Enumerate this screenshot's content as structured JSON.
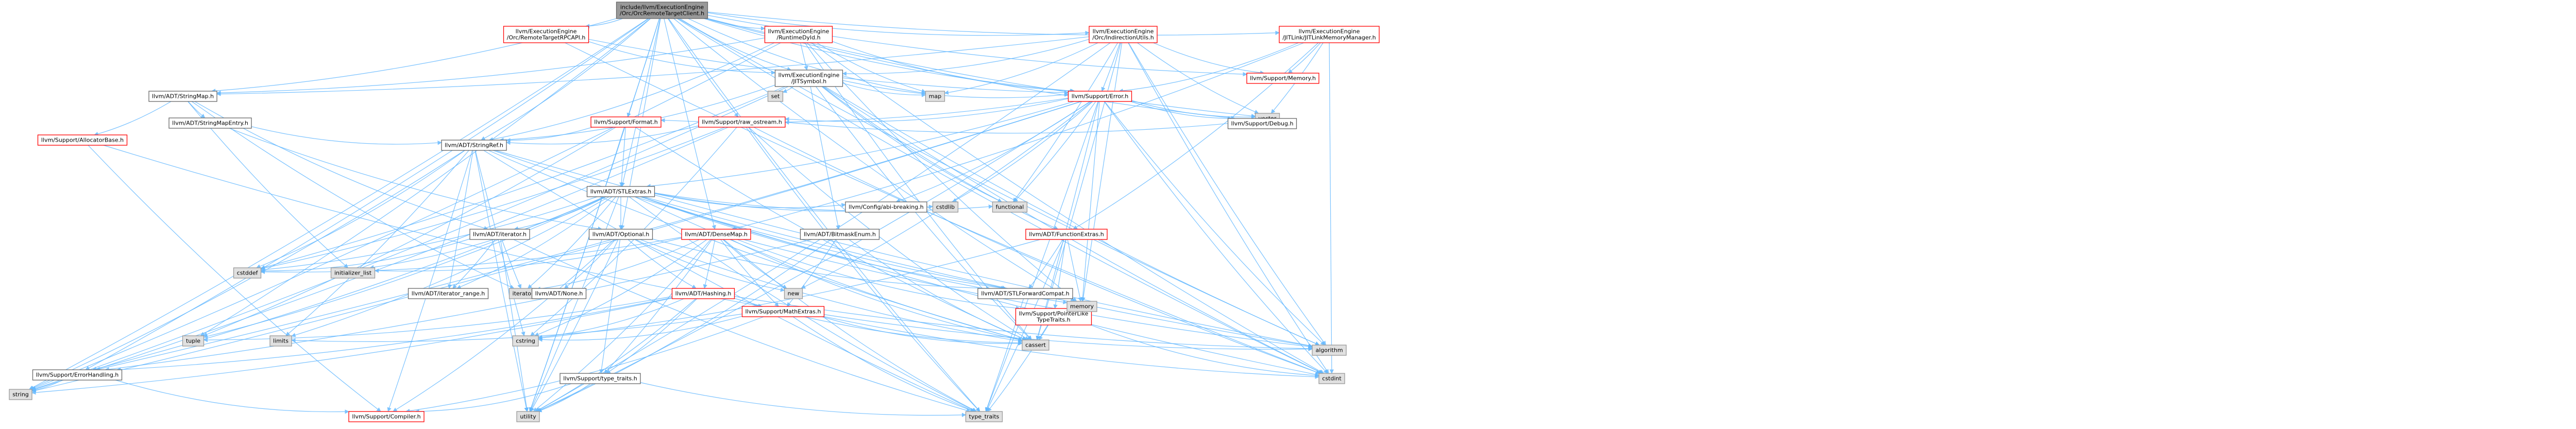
{
  "colors": {
    "edge": "#63B8FF",
    "root_fill": "#999999",
    "root_stroke": "#666666",
    "linked_fill": "#ffffff",
    "linked_stroke": "#ff0000",
    "plain_fill": "#ffffff",
    "plain_stroke": "#666666",
    "system_fill": "#e0e0e0",
    "system_stroke": "#999999"
  },
  "nodes": [
    {
      "id": "root",
      "lines": [
        "include/llvm/ExecutionEngine",
        "/Orc/OrcRemoteTargetClient.h"
      ],
      "kind": "root"
    },
    {
      "id": "rtapi",
      "lines": [
        "llvm/ExecutionEngine",
        "/Orc/RemoteTargetRPCAPI.h"
      ],
      "kind": "linked"
    },
    {
      "id": "rtdyld",
      "lines": [
        "llvm/ExecutionEngine",
        "/RuntimeDyld.h"
      ],
      "kind": "linked"
    },
    {
      "id": "indirect",
      "lines": [
        "llvm/ExecutionEngine",
        "/Orc/IndirectionUtils.h"
      ],
      "kind": "linked"
    },
    {
      "id": "jitlink",
      "lines": [
        "llvm/ExecutionEngine",
        "/JITLink/JITLinkMemoryManager.h"
      ],
      "kind": "linked"
    },
    {
      "id": "jitsym",
      "lines": [
        "llvm/ExecutionEngine",
        "/JITSymbol.h"
      ],
      "kind": "plain"
    },
    {
      "id": "memory",
      "lines": [
        "llvm/Support/Memory.h"
      ],
      "kind": "linked"
    },
    {
      "id": "stringmap",
      "lines": [
        "llvm/ADT/StringMap.h"
      ],
      "kind": "plain"
    },
    {
      "id": "set",
      "lines": [
        "set"
      ],
      "kind": "system"
    },
    {
      "id": "map",
      "lines": [
        "map"
      ],
      "kind": "system"
    },
    {
      "id": "error",
      "lines": [
        "llvm/Support/Error.h"
      ],
      "kind": "linked"
    },
    {
      "id": "vector",
      "lines": [
        "vector"
      ],
      "kind": "system"
    },
    {
      "id": "smentry",
      "lines": [
        "llvm/ADT/StringMapEntry.h"
      ],
      "kind": "plain"
    },
    {
      "id": "allocbase",
      "lines": [
        "llvm/Support/AllocatorBase.h"
      ],
      "kind": "linked"
    },
    {
      "id": "format",
      "lines": [
        "llvm/Support/Format.h"
      ],
      "kind": "linked"
    },
    {
      "id": "rawostream",
      "lines": [
        "llvm/Support/raw_ostream.h"
      ],
      "kind": "linked"
    },
    {
      "id": "debug",
      "lines": [
        "llvm/Support/Debug.h"
      ],
      "kind": "plain"
    },
    {
      "id": "stringref",
      "lines": [
        "llvm/ADT/StringRef.h"
      ],
      "kind": "plain"
    },
    {
      "id": "stlextras",
      "lines": [
        "llvm/ADT/STLExtras.h"
      ],
      "kind": "plain"
    },
    {
      "id": "configbreak",
      "lines": [
        "llvm/Config/abi-breaking.h"
      ],
      "kind": "plain"
    },
    {
      "id": "cstdlib",
      "lines": [
        "cstdlib"
      ],
      "kind": "system"
    },
    {
      "id": "functional",
      "lines": [
        "functional"
      ],
      "kind": "system"
    },
    {
      "id": "iterator_h",
      "lines": [
        "llvm/ADT/iterator.h"
      ],
      "kind": "plain"
    },
    {
      "id": "densemap",
      "lines": [
        "llvm/ADT/DenseMap.h"
      ],
      "kind": "linked"
    },
    {
      "id": "optional",
      "lines": [
        "llvm/ADT/Optional.h"
      ],
      "kind": "plain"
    },
    {
      "id": "bitmask",
      "lines": [
        "llvm/ADT/BitmaskEnum.h"
      ],
      "kind": "plain"
    },
    {
      "id": "funcextras",
      "lines": [
        "llvm/ADT/FunctionExtras.h"
      ],
      "kind": "linked"
    },
    {
      "id": "cstddef",
      "lines": [
        "cstddef"
      ],
      "kind": "system"
    },
    {
      "id": "initlist",
      "lines": [
        "initializer_list"
      ],
      "kind": "system"
    },
    {
      "id": "iterrange",
      "lines": [
        "llvm/ADT/iterator_range.h"
      ],
      "kind": "plain"
    },
    {
      "id": "iterator_s",
      "lines": [
        "iterator"
      ],
      "kind": "system"
    },
    {
      "id": "none",
      "lines": [
        "llvm/ADT/None.h"
      ],
      "kind": "plain"
    },
    {
      "id": "hashing",
      "lines": [
        "llvm/ADT/Hashing.h"
      ],
      "kind": "linked"
    },
    {
      "id": "new",
      "lines": [
        "new"
      ],
      "kind": "system"
    },
    {
      "id": "mathextras",
      "lines": [
        "llvm/Support/MathExtras.h"
      ],
      "kind": "linked"
    },
    {
      "id": "stlfwd",
      "lines": [
        "llvm/ADT/STLForwardCompat.h"
      ],
      "kind": "plain"
    },
    {
      "id": "ptrlike",
      "lines": [
        "llvm/Support/PointerLike",
        "TypeTraits.h"
      ],
      "kind": "linked"
    },
    {
      "id": "memory_s",
      "lines": [
        "memory"
      ],
      "kind": "system"
    },
    {
      "id": "algorithm",
      "lines": [
        "algorithm"
      ],
      "kind": "system"
    },
    {
      "id": "tuple",
      "lines": [
        "tuple"
      ],
      "kind": "system"
    },
    {
      "id": "limits",
      "lines": [
        "limits"
      ],
      "kind": "system"
    },
    {
      "id": "cstring",
      "lines": [
        "cstring"
      ],
      "kind": "system"
    },
    {
      "id": "cassert",
      "lines": [
        "cassert"
      ],
      "kind": "system"
    },
    {
      "id": "typetraits_h",
      "lines": [
        "llvm/Support/type_traits.h"
      ],
      "kind": "plain"
    },
    {
      "id": "cstdint",
      "lines": [
        "cstdint"
      ],
      "kind": "system"
    },
    {
      "id": "errhandling",
      "lines": [
        "llvm/Support/ErrorHandling.h"
      ],
      "kind": "plain"
    },
    {
      "id": "string",
      "lines": [
        "string"
      ],
      "kind": "system"
    },
    {
      "id": "compiler",
      "lines": [
        "llvm/Support/Compiler.h"
      ],
      "kind": "linked"
    },
    {
      "id": "utility",
      "lines": [
        "utility"
      ],
      "kind": "system"
    },
    {
      "id": "type_traits",
      "lines": [
        "type_traits"
      ],
      "kind": "system"
    }
  ],
  "edges": [
    [
      "root",
      "rtapi"
    ],
    [
      "root",
      "rtdyld"
    ],
    [
      "root",
      "indirect"
    ],
    [
      "root",
      "jitlink"
    ],
    [
      "root",
      "jitsym"
    ],
    [
      "root",
      "memory"
    ],
    [
      "root",
      "stringmap"
    ],
    [
      "root",
      "error"
    ],
    [
      "root",
      "format"
    ],
    [
      "root",
      "rawostream"
    ],
    [
      "root",
      "debug"
    ],
    [
      "root",
      "stringref"
    ],
    [
      "root",
      "stlextras"
    ],
    [
      "root",
      "optional"
    ],
    [
      "root",
      "densemap"
    ],
    [
      "root",
      "errhandling"
    ],
    [
      "root",
      "string"
    ],
    [
      "root",
      "vector"
    ],
    [
      "root",
      "map"
    ],
    [
      "root",
      "cstdint"
    ],
    [
      "root",
      "memory_s"
    ],
    [
      "root",
      "algorithm"
    ],
    [
      "root",
      "tuple"
    ],
    [
      "root",
      "utility"
    ],
    [
      "root",
      "type_traits"
    ],
    [
      "rtapi",
      "jitsym"
    ],
    [
      "rtapi",
      "error"
    ],
    [
      "rtapi",
      "cstdint"
    ],
    [
      "rtdyld",
      "jitsym"
    ],
    [
      "rtdyld",
      "stringref"
    ],
    [
      "rtdyld",
      "stringmap"
    ],
    [
      "rtdyld",
      "error"
    ],
    [
      "rtdyld",
      "map"
    ],
    [
      "rtdyld",
      "memory_s"
    ],
    [
      "rtdyld",
      "string"
    ],
    [
      "rtdyld",
      "cstdint"
    ],
    [
      "rtdyld",
      "cassert"
    ],
    [
      "rtdyld",
      "system_error_placeholder"
    ],
    [
      "indirect",
      "jitsym"
    ],
    [
      "indirect",
      "error"
    ],
    [
      "indirect",
      "memory"
    ],
    [
      "indirect",
      "stringmap"
    ],
    [
      "indirect",
      "functional"
    ],
    [
      "indirect",
      "map"
    ],
    [
      "indirect",
      "cassert"
    ],
    [
      "indirect",
      "cstdint"
    ],
    [
      "indirect",
      "memory_s"
    ],
    [
      "indirect",
      "vector"
    ],
    [
      "indirect",
      "utility"
    ],
    [
      "indirect",
      "algorithm"
    ],
    [
      "jitlink",
      "memory"
    ],
    [
      "jitlink",
      "error"
    ],
    [
      "jitlink",
      "funcextras"
    ],
    [
      "jitlink",
      "cstdint"
    ],
    [
      "jitlink",
      "vector"
    ],
    [
      "jitlink",
      "densemap"
    ],
    [
      "jitsym",
      "stringref"
    ],
    [
      "jitsym",
      "error"
    ],
    [
      "jitsym",
      "bitmask"
    ],
    [
      "jitsym",
      "funcextras"
    ],
    [
      "jitsym",
      "set"
    ],
    [
      "jitsym",
      "map"
    ],
    [
      "jitsym",
      "functional"
    ],
    [
      "jitsym",
      "cassert"
    ],
    [
      "jitsym",
      "cstddef"
    ],
    [
      "jitsym",
      "cstdint"
    ],
    [
      "jitsym",
      "string"
    ],
    [
      "jitsym",
      "algorithm"
    ],
    [
      "stringmap",
      "smentry"
    ],
    [
      "stringmap",
      "iterator_h"
    ],
    [
      "stringmap",
      "allocbase"
    ],
    [
      "stringmap",
      "initlist"
    ],
    [
      "stringmap",
      "iterator_s"
    ],
    [
      "smentry",
      "stringref"
    ],
    [
      "smentry",
      "optional"
    ],
    [
      "error",
      "configbreak"
    ],
    [
      "error",
      "stlextras"
    ],
    [
      "error",
      "errhandling"
    ],
    [
      "error",
      "format"
    ],
    [
      "error",
      "rawostream"
    ],
    [
      "error",
      "debug"
    ],
    [
      "error",
      "cassert"
    ],
    [
      "error",
      "cstdint"
    ],
    [
      "error",
      "cstdlib"
    ],
    [
      "error",
      "functional"
    ],
    [
      "error",
      "memory_s"
    ],
    [
      "error",
      "new"
    ],
    [
      "error",
      "string"
    ],
    [
      "error",
      "system_error_placeholder"
    ],
    [
      "error",
      "type_traits"
    ],
    [
      "error",
      "utility"
    ],
    [
      "error",
      "vector"
    ],
    [
      "error",
      "algorithm"
    ],
    [
      "format",
      "stlextras"
    ],
    [
      "format",
      "stringref"
    ],
    [
      "format",
      "cassert"
    ],
    [
      "format",
      "cstdio_placeholder"
    ],
    [
      "format",
      "tuple"
    ],
    [
      "format",
      "utility"
    ],
    [
      "rawostream",
      "stringref"
    ],
    [
      "rawostream",
      "cassert"
    ],
    [
      "rawostream",
      "cstddef"
    ],
    [
      "rawostream",
      "cstdint"
    ],
    [
      "rawostream",
      "cstring"
    ],
    [
      "rawostream",
      "string"
    ],
    [
      "rawostream",
      "system_error_placeholder"
    ],
    [
      "rawostream",
      "type_traits"
    ],
    [
      "debug",
      "rawostream"
    ],
    [
      "allocbase",
      "compiler"
    ],
    [
      "allocbase",
      "mathextras"
    ],
    [
      "stringref",
      "stlfwd"
    ],
    [
      "stringref",
      "iterrange"
    ],
    [
      "stringref",
      "compiler"
    ],
    [
      "stringref",
      "algorithm"
    ],
    [
      "stringref",
      "cassert"
    ],
    [
      "stringref",
      "cstddef"
    ],
    [
      "stringref",
      "cstring"
    ],
    [
      "stringref",
      "limits"
    ],
    [
      "stringref",
      "string"
    ],
    [
      "stringref",
      "type_traits"
    ],
    [
      "stringref",
      "utility"
    ],
    [
      "stlextras",
      "optional"
    ],
    [
      "stlextras",
      "stlfwd"
    ],
    [
      "stlextras",
      "iterator_h"
    ],
    [
      "stlextras",
      "iterrange"
    ],
    [
      "stlextras",
      "configbreak"
    ],
    [
      "stlextras",
      "errhandling"
    ],
    [
      "stlextras",
      "algorithm"
    ],
    [
      "stlextras",
      "cassert"
    ],
    [
      "stlextras",
      "cstddef"
    ],
    [
      "stlextras",
      "cstdint"
    ],
    [
      "stlextras",
      "cstdlib"
    ],
    [
      "stlextras",
      "functional"
    ],
    [
      "stlextras",
      "initlist"
    ],
    [
      "stlextras",
      "iterator_s"
    ],
    [
      "stlextras",
      "limits"
    ],
    [
      "stlextras",
      "memory_s"
    ],
    [
      "stlextras",
      "tuple"
    ],
    [
      "stlextras",
      "type_traits"
    ],
    [
      "stlextras",
      "utility"
    ],
    [
      "iterator_h",
      "iterrange"
    ],
    [
      "iterator_h",
      "cstddef"
    ],
    [
      "iterator_h",
      "iterator_s"
    ],
    [
      "iterator_h",
      "type_traits"
    ],
    [
      "iterator_h",
      "utility"
    ],
    [
      "densemap",
      "mathextras"
    ],
    [
      "densemap",
      "ptrlike"
    ],
    [
      "densemap",
      "typetraits_h"
    ],
    [
      "densemap",
      "hashing"
    ],
    [
      "densemap",
      "algorithm"
    ],
    [
      "densemap",
      "cassert"
    ],
    [
      "densemap",
      "cstddef"
    ],
    [
      "densemap",
      "cstring"
    ],
    [
      "densemap",
      "initlist"
    ],
    [
      "densemap",
      "iterator_s"
    ],
    [
      "densemap",
      "new"
    ],
    [
      "densemap",
      "type_traits"
    ],
    [
      "densemap",
      "utility"
    ],
    [
      "optional",
      "none"
    ],
    [
      "optional",
      "stlfwd"
    ],
    [
      "optional",
      "hashing"
    ],
    [
      "optional",
      "compiler"
    ],
    [
      "optional",
      "typetraits_h"
    ],
    [
      "optional",
      "cassert"
    ],
    [
      "optional",
      "new"
    ],
    [
      "optional",
      "utility"
    ],
    [
      "bitmask",
      "mathextras"
    ],
    [
      "bitmask",
      "errhandling"
    ],
    [
      "bitmask",
      "cassert"
    ],
    [
      "bitmask",
      "utility"
    ],
    [
      "funcextras",
      "ptrlike"
    ],
    [
      "funcextras",
      "stlfwd"
    ],
    [
      "funcextras",
      "memory_s"
    ],
    [
      "funcextras",
      "type_traits"
    ],
    [
      "funcextras",
      "cstring"
    ],
    [
      "hashing",
      "errhandling"
    ],
    [
      "hashing",
      "typetraits_h"
    ],
    [
      "hashing",
      "algorithm"
    ],
    [
      "hashing",
      "cassert"
    ],
    [
      "hashing",
      "cstring"
    ],
    [
      "hashing",
      "string"
    ],
    [
      "hashing",
      "tuple"
    ],
    [
      "hashing",
      "utility"
    ],
    [
      "mathextras",
      "compiler"
    ],
    [
      "mathextras",
      "cassert"
    ],
    [
      "mathextras",
      "climits_placeholder"
    ],
    [
      "mathextras",
      "cstdint"
    ],
    [
      "mathextras",
      "cstring"
    ],
    [
      "mathextras",
      "limits"
    ],
    [
      "mathextras",
      "type_traits"
    ],
    [
      "mathextras",
      "algorithm"
    ],
    [
      "stlfwd",
      "type_traits"
    ],
    [
      "ptrlike",
      "cassert"
    ],
    [
      "ptrlike",
      "cstdint"
    ],
    [
      "ptrlike",
      "type_traits"
    ],
    [
      "typetraits_h",
      "compiler"
    ],
    [
      "typetraits_h",
      "type_traits"
    ],
    [
      "typetraits_h",
      "utility"
    ],
    [
      "errhandling",
      "compiler"
    ],
    [
      "errhandling",
      "string"
    ]
  ]
}
